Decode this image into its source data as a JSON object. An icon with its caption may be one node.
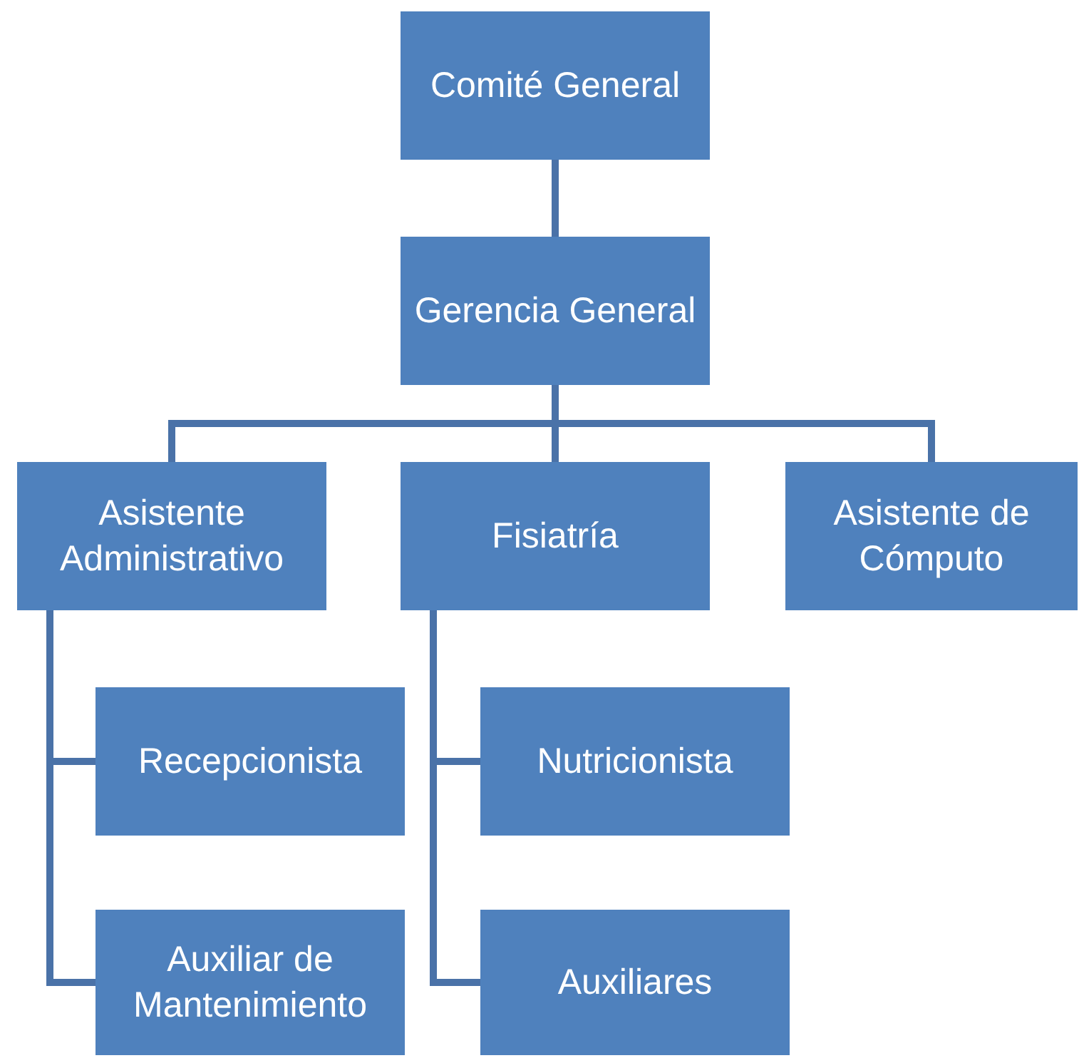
{
  "diagram": {
    "nodes": [
      {
        "text": [
          "Comité General"
        ]
      },
      {
        "text": [
          "Gerencia General"
        ]
      },
      {
        "text": [
          "Asistente Administrativo"
        ]
      },
      {
        "text": [
          "Fisiatría"
        ]
      },
      {
        "text": [
          "Asistente de Cómputo"
        ]
      },
      {
        "text": [
          "Recepcionista"
        ]
      },
      {
        "text": [
          "Auxiliar de Mantenimiento"
        ]
      },
      {
        "text": [
          "Nutricionista"
        ]
      },
      {
        "text": [
          "Auxiliares"
        ]
      }
    ],
    "edges": [
      {
        "from": 0,
        "to": 1,
        "arrow": "none"
      },
      {
        "from": 1,
        "to": 2,
        "arrow": "none"
      },
      {
        "from": 1,
        "to": 3,
        "arrow": "none"
      },
      {
        "from": 1,
        "to": 4,
        "arrow": "none"
      },
      {
        "from": 2,
        "to": 5,
        "arrow": "none"
      },
      {
        "from": 2,
        "to": 6,
        "arrow": "none"
      },
      {
        "from": 3,
        "to": 7,
        "arrow": "none"
      },
      {
        "from": 3,
        "to": 8,
        "arrow": "none"
      }
    ]
  }
}
